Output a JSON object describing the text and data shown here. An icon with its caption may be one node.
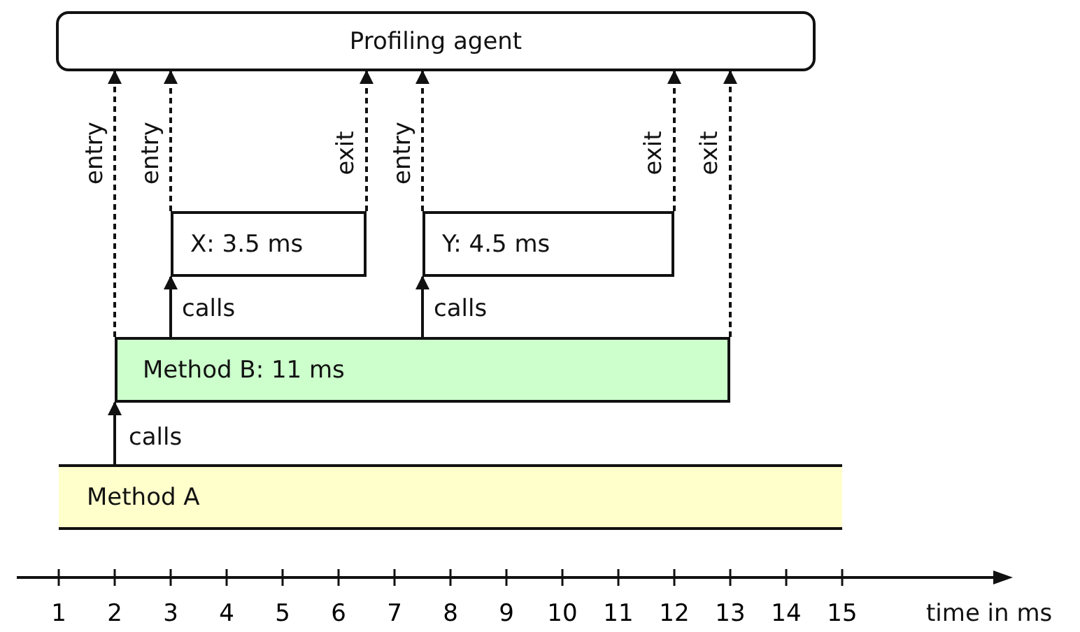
{
  "diagram": {
    "nodes": [
      {
        "text": [
          "Profiling agent"
        ]
      },
      {
        "text": [
          "X: 3.5 ms"
        ]
      },
      {
        "text": [
          "Y: 4.5 ms"
        ]
      },
      {
        "text": [
          "Method B: 11 ms"
        ]
      },
      {
        "text": [
          "Method A"
        ]
      }
    ],
    "edges": [
      {
        "from": 4,
        "to": 3,
        "arrow": "to",
        "label": "calls"
      },
      {
        "from": 3,
        "to": 1,
        "arrow": "to",
        "label": "calls"
      },
      {
        "from": 3,
        "to": 2,
        "arrow": "to",
        "label": "calls"
      },
      {
        "from": 3,
        "to": 0,
        "arrow": "to",
        "label": "entry",
        "style": "dashed"
      },
      {
        "from": 1,
        "to": 0,
        "arrow": "to",
        "label": "entry",
        "style": "dashed"
      },
      {
        "from": 1,
        "to": 0,
        "arrow": "to",
        "label": "exit",
        "style": "dashed"
      },
      {
        "from": 2,
        "to": 0,
        "arrow": "to",
        "label": "entry",
        "style": "dashed"
      },
      {
        "from": 2,
        "to": 0,
        "arrow": "to",
        "label": "exit",
        "style": "dashed"
      },
      {
        "from": 3,
        "to": 0,
        "arrow": "to",
        "label": "exit",
        "style": "dashed"
      }
    ],
    "labels": [
      "1",
      "2",
      "3",
      "4",
      "5",
      "6",
      "7",
      "8",
      "9",
      "10",
      "11",
      "12",
      "13",
      "14",
      "15",
      "time in ms"
    ]
  }
}
